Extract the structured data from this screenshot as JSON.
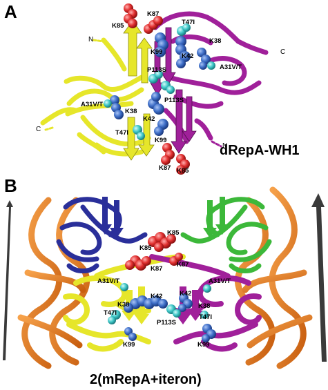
{
  "figure": {
    "panel_a": {
      "letter": "A",
      "title": "dRepA-WH1",
      "terminals": [
        "N",
        "C",
        "C",
        "N"
      ],
      "residue_labels": [
        "K85",
        "K87",
        "T47I",
        "K38",
        "K99",
        "K42",
        "A31V/T",
        "P113S",
        "A31V/T",
        "P113S",
        "K38",
        "K42",
        "T47I",
        "K99",
        "K87",
        "K85"
      ]
    },
    "panel_b": {
      "letter": "B",
      "title": "2(mRepA+iteron)",
      "residue_labels": [
        "K85",
        "K85",
        "K87",
        "K87",
        "A31V/T",
        "A31V/T",
        "K42",
        "K38",
        "K42",
        "K38",
        "T47I",
        "P113S",
        "T47I",
        "K99",
        "K99"
      ]
    },
    "colors": {
      "chain_yellow": "#e6e62a",
      "chain_magenta": "#a0209a",
      "chain_blue": "#2a2f9a",
      "chain_green": "#3cb83a",
      "dna_orange": "#e87b1c",
      "sphere_blue": "#3f6fc8",
      "sphere_cyan": "#3fc8c8",
      "sphere_red": "#e23030"
    }
  }
}
